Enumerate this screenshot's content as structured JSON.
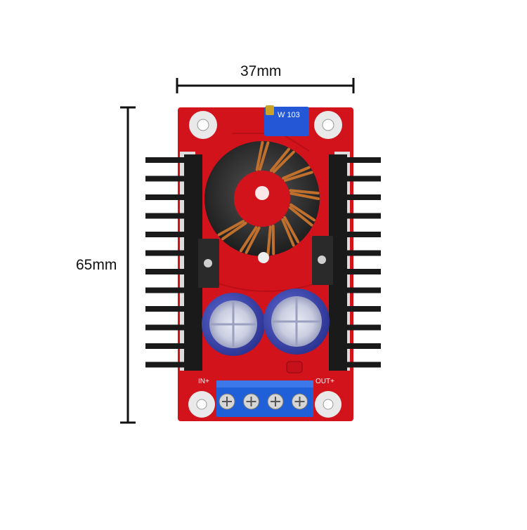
{
  "dimensions": {
    "width_label": "37mm",
    "height_label": "65mm"
  },
  "board": {
    "in_label": "IN+",
    "out_label": "OUT+",
    "potentiometer_label": "W 103",
    "capacitor_mark": "",
    "terminal_screw_count": 4,
    "heatsink_fin_count": 12
  },
  "colors": {
    "pcb": "#d3131c",
    "heatsink": "#1a1a1a",
    "terminal_block": "#1f5fd8",
    "capacitor": "#3c47b5",
    "coil_copper": "#c0702c",
    "potentiometer": "#2457d6"
  }
}
